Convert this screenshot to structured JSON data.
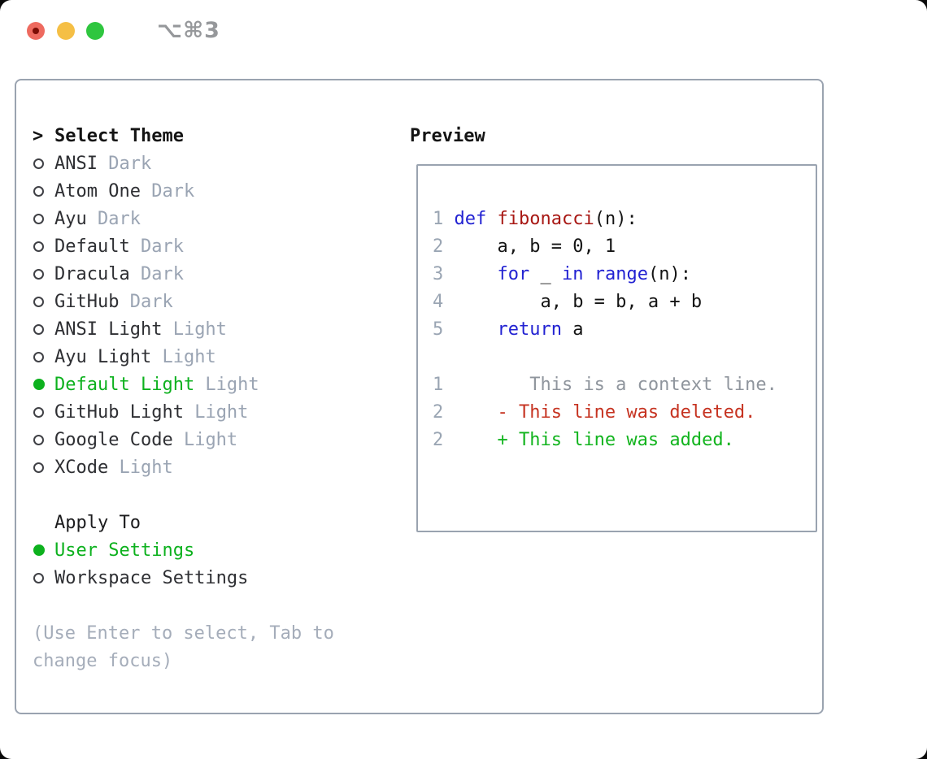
{
  "window": {
    "title": "⌥⌘3"
  },
  "colors": {
    "traffic_red": "#ee6a5f",
    "traffic_red_dot": "#7c0d05",
    "traffic_yellow": "#f5bf45",
    "traffic_green": "#2fc63f",
    "title_gray": "#96989b",
    "panel_border": "#9aa3b0",
    "ring": "#3f4045",
    "green_sel": "#0db11e",
    "item_text": "#2e2f33",
    "variant_gray": "#9aa4b3",
    "helper_gray": "#a5adba",
    "line_num": "#9aa5b3",
    "code_plain": "#141414",
    "kw_blue": "#2222d2",
    "fn_red": "#a81814",
    "ctx_gray": "#8f959d",
    "del_red": "#c63321",
    "add_green": "#12b41e"
  },
  "theme_selector": {
    "prompt": ">",
    "title": "Select Theme",
    "items": [
      {
        "name": "ANSI",
        "variant": "Dark",
        "selected": false
      },
      {
        "name": "Atom One",
        "variant": "Dark",
        "selected": false
      },
      {
        "name": "Ayu",
        "variant": "Dark",
        "selected": false
      },
      {
        "name": "Default",
        "variant": "Dark",
        "selected": false
      },
      {
        "name": "Dracula",
        "variant": "Dark",
        "selected": false
      },
      {
        "name": "GitHub",
        "variant": "Dark",
        "selected": false
      },
      {
        "name": "ANSI Light",
        "variant": "Light",
        "selected": false
      },
      {
        "name": "Ayu Light",
        "variant": "Light",
        "selected": false
      },
      {
        "name": "Default Light",
        "variant": "Light",
        "selected": true
      },
      {
        "name": "GitHub Light",
        "variant": "Light",
        "selected": false
      },
      {
        "name": "Google Code",
        "variant": "Light",
        "selected": false
      },
      {
        "name": "XCode",
        "variant": "Light",
        "selected": false
      }
    ]
  },
  "apply_to": {
    "title": "Apply To",
    "options": [
      {
        "label": "User Settings",
        "selected": true
      },
      {
        "label": "Workspace Settings",
        "selected": false
      }
    ]
  },
  "help_lines": [
    "(Use Enter to select, Tab to",
    "change focus)"
  ],
  "preview": {
    "title": "Preview",
    "code_lines": [
      {
        "num": "1",
        "segs": [
          [
            "kw",
            "def"
          ],
          [
            "plain",
            " "
          ],
          [
            "fn",
            "fibonacci"
          ],
          [
            "plain",
            "(n):"
          ]
        ]
      },
      {
        "num": "2",
        "segs": [
          [
            "plain",
            "    a, b = 0, 1"
          ]
        ]
      },
      {
        "num": "3",
        "segs": [
          [
            "plain",
            "    "
          ],
          [
            "kw",
            "for"
          ],
          [
            "plain",
            " _ "
          ],
          [
            "kw",
            "in"
          ],
          [
            "plain",
            " "
          ],
          [
            "kw",
            "range"
          ],
          [
            "plain",
            "(n):"
          ]
        ]
      },
      {
        "num": "4",
        "segs": [
          [
            "plain",
            "        a, b = b, a + b"
          ]
        ]
      },
      {
        "num": "5",
        "segs": [
          [
            "plain",
            "    "
          ],
          [
            "kw",
            "return"
          ],
          [
            "plain",
            " a"
          ]
        ]
      },
      {
        "num": "",
        "segs": []
      },
      {
        "num": "1",
        "segs": [
          [
            "ctx",
            "       This is a context line."
          ]
        ]
      },
      {
        "num": "2",
        "segs": [
          [
            "del",
            "    - This line was deleted."
          ]
        ]
      },
      {
        "num": "2",
        "segs": [
          [
            "add",
            "    + This line was added."
          ]
        ]
      }
    ]
  }
}
